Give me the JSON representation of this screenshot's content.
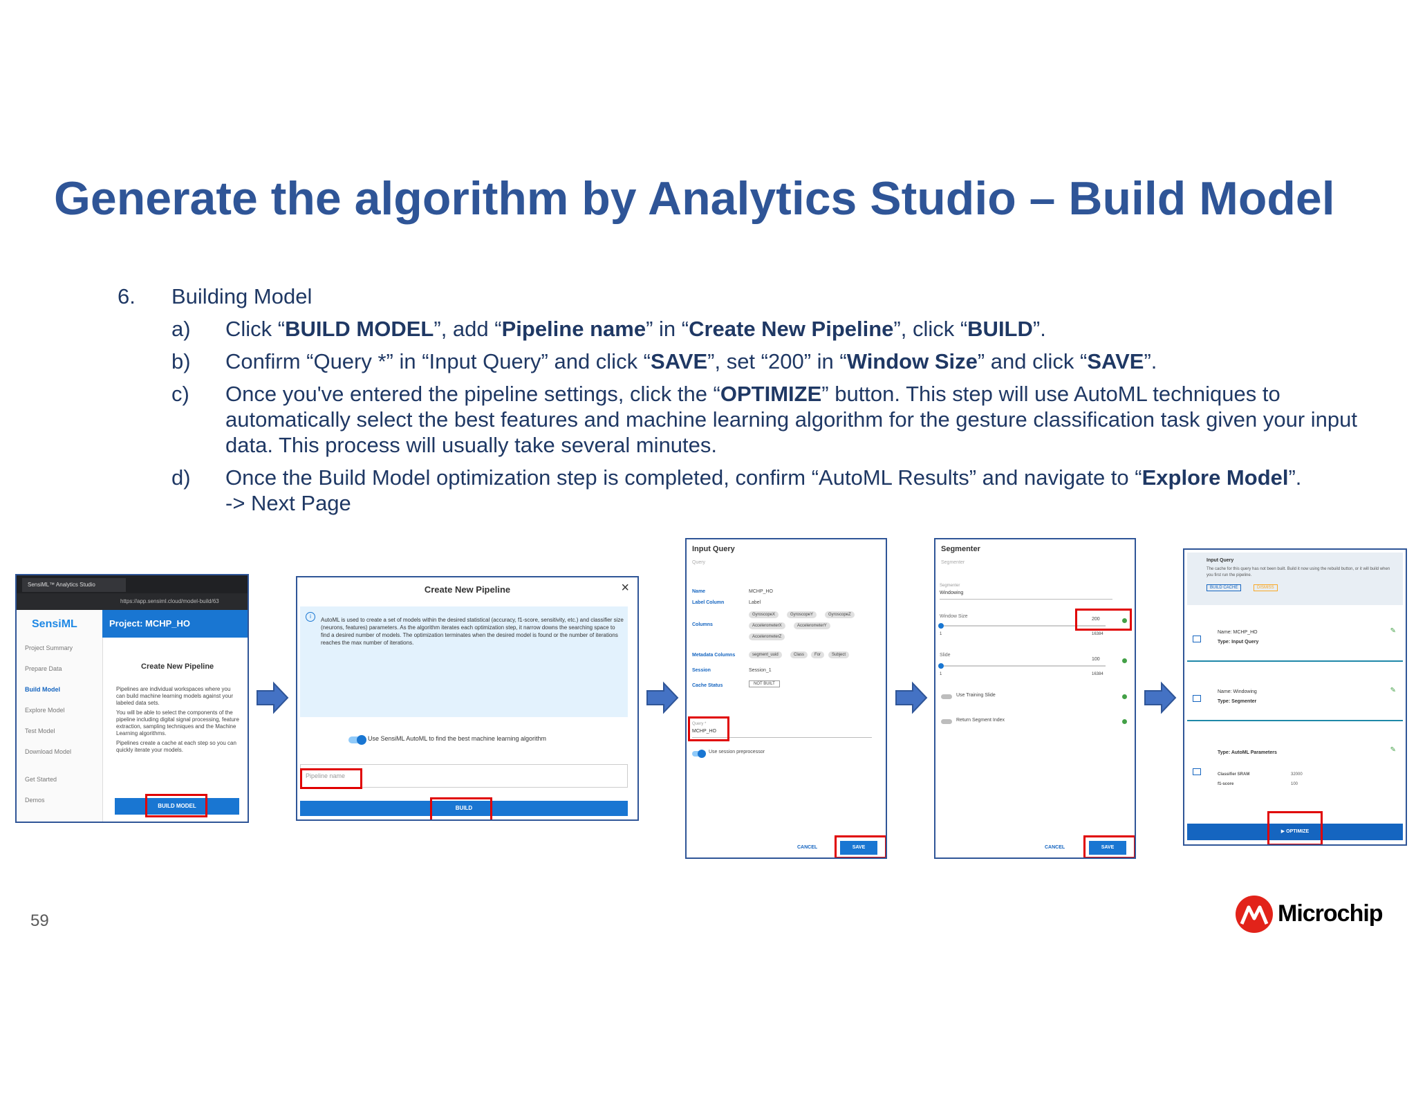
{
  "slide": {
    "title": "Generate the algorithm by Analytics Studio – Build Model",
    "page_number": "59"
  },
  "step": {
    "number": "6.",
    "heading": "Building Model",
    "items": [
      {
        "label": "a)",
        "parts": [
          "Click “",
          "BUILD MODEL",
          "”, add “",
          "Pipeline name",
          "” in “",
          "Create New Pipeline",
          "”, click “",
          "BUILD",
          "”."
        ]
      },
      {
        "label": "b)",
        "parts": [
          "Confirm “Query *” in “Input Query” and click “",
          "SAVE",
          "”, set “200” in “",
          "Window Size",
          "” and click “",
          "SAVE",
          "”."
        ]
      },
      {
        "label": "c)",
        "parts": [
          "Once you've entered the pipeline settings, click the “",
          "OPTIMIZE",
          "” button. This step will use AutoML techniques to automatically select the best features and machine learning algorithm for the gesture classification task given your input data. This process will usually take several minutes."
        ]
      },
      {
        "label": "d)",
        "parts": [
          "Once the Build Model optimization step is completed, confirm “AutoML Results” and navigate to “",
          "Explore Model",
          "”."
        ],
        "next": "-> Next Page"
      }
    ]
  },
  "shot1": {
    "tab": "SensiML™ Analytics Studio",
    "url": "https://app.sensiml.cloud/model-build/63",
    "logo": "SensiML",
    "project": "Project: MCHP_HO",
    "sidebar": [
      "Project Summary",
      "Prepare Data",
      "Build Model",
      "Explore Model",
      "Test Model",
      "Download Model",
      "Get Started",
      "Demos"
    ],
    "card_title": "Create New Pipeline",
    "card_text": "Pipelines are individual workspaces where you can build machine learning models against your labeled data sets.",
    "bullet1": "You will be able to select the components of the pipeline including digital signal processing, feature extraction, sampling techniques and the Machine Learning algorithms.",
    "bullet2": "Pipelines create a cache at each step so you can quickly iterate your models.",
    "button": "BUILD MODEL"
  },
  "shot2": {
    "title": "Create New Pipeline",
    "info": "AutoML is used to create a set of models within the desired statistical (accuracy, f1-score, sensitivity, etc.) and classifier size (neurons, features) parameters. As the algorithm iterates each optimization step, it narrow downs the searching space to find a desired number of models. The optimization terminates when the desired model is found or the number of iterations reaches the max number of iterations.",
    "toggle": "Use SensiML AutoML to find the best machine learning algorithm",
    "placeholder": "Pipeline name",
    "button": "BUILD"
  },
  "shot3": {
    "title": "Input Query",
    "subtitle": "Query",
    "name_k": "Name",
    "name_v": "MCHP_HO",
    "label_k": "Label Column",
    "label_v": "Label",
    "columns_k": "Columns",
    "columns": [
      "GyroscopeX",
      "GyroscopeY",
      "GyroscopeZ",
      "AccelerometerX",
      "AccelerometerY",
      "AccelerometerZ"
    ],
    "meta_k": "Metadata Columns",
    "meta": [
      "segment_uuid",
      "Class",
      "For",
      "Subject"
    ],
    "session_k": "Session",
    "session_v": "Session_1",
    "cache_k": "Cache Status",
    "cache_v": "NOT BUILT",
    "query_label": "Query *",
    "query_value": "MCHP_HO",
    "toggle": "Use session preprocessor",
    "cancel": "CANCEL",
    "save": "SAVE"
  },
  "shot4": {
    "title": "Segmenter",
    "subtitle": "Segmenter",
    "seg_label": "Segmenter",
    "seg_value": "Windowing",
    "window_label": "Window Size",
    "window_value": "200",
    "window_max": "16384",
    "window_min": "1",
    "slide_label": "Slide",
    "slide_value": "100",
    "slide_max": "16384",
    "slide_min": "1",
    "opt1": "Use Training Slide",
    "opt2": "Return Segment Index",
    "cancel": "CANCEL",
    "save": "SAVE"
  },
  "shot5": {
    "info_title": "Input Query",
    "info_text": "The cache for this query has not been built. Build it now using the rebuild button, or it will build when you first run the pipeline.",
    "chip1": "BUILD CACHE",
    "chip2": "DISMISS",
    "step1_name": "Name:  MCHP_HO",
    "step1_type": "Type:   Input Query",
    "step2_name": "Name:  Windowing",
    "step2_type": "Type:   Segmenter",
    "step3_type": "Type:   AutoML Parameters",
    "sram_k": "Classifier SRAM",
    "sram_v": "32000",
    "f1_k": "f1-score",
    "f1_v": "100",
    "button": "▶  OPTIMIZE"
  },
  "logo": {
    "text": "Microchip",
    "color": "#e2231a"
  },
  "colors": {
    "title": "#2f5597",
    "body": "#1f3864",
    "highlight": "#e00000",
    "arrow": "#4472c4",
    "accent": "#1976d2"
  }
}
